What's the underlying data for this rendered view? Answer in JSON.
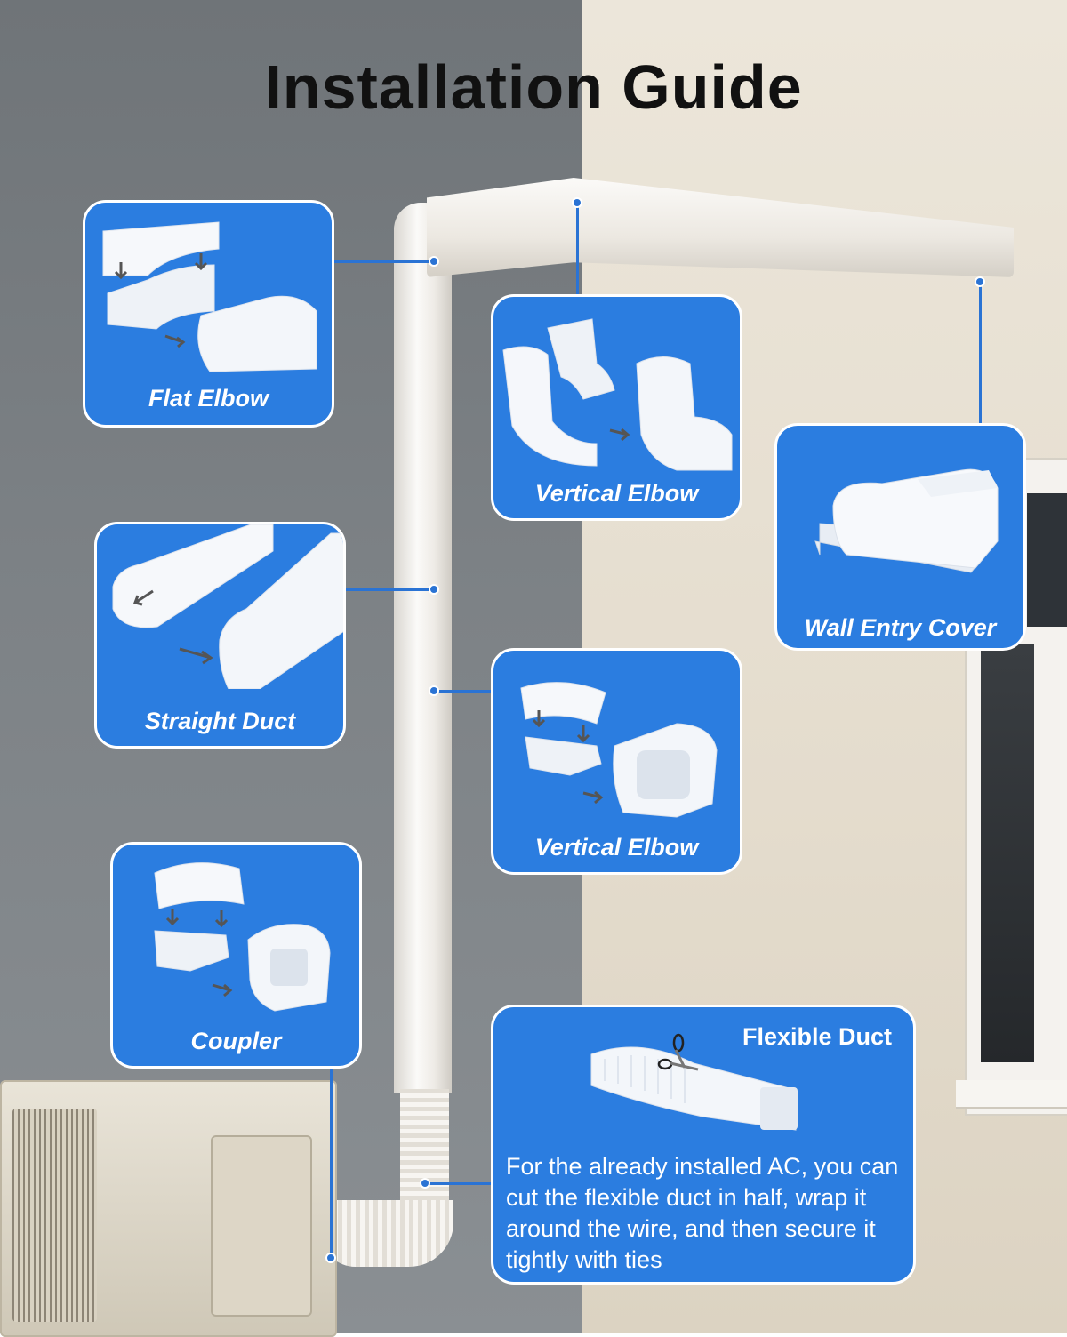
{
  "title": "Installation Guide",
  "accent_color": "#2b7de0",
  "parts": [
    {
      "label": "Flat Elbow",
      "icon": "flat-elbow-icon"
    },
    {
      "label": "Vertical Elbow",
      "icon": "vertical-elbow-icon"
    },
    {
      "label": "Wall Entry Cover",
      "icon": "wall-entry-cover-icon"
    },
    {
      "label": "Straight Duct",
      "icon": "straight-duct-icon"
    },
    {
      "label": "Vertical Elbow",
      "icon": "vertical-elbow-2-icon"
    },
    {
      "label": "Coupler",
      "icon": "coupler-icon"
    }
  ],
  "flexible_duct": {
    "label": "Flexible Duct",
    "icon": "flexible-duct-icon",
    "description": "For the already installed AC, you can cut the flexible duct in half, wrap it around the wire, and then secure it tightly with ties"
  }
}
